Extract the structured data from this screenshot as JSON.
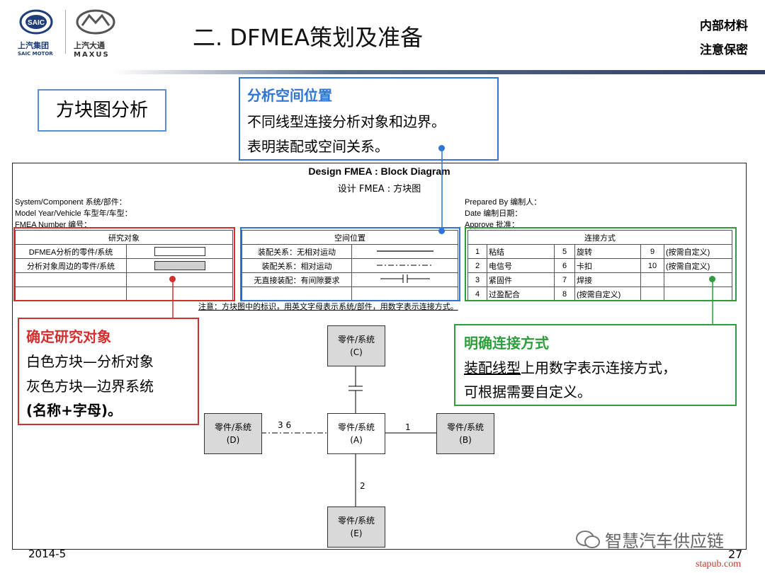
{
  "header": {
    "logo_saic_cn": "上汽集团",
    "logo_saic_en": "SAIC MOTOR",
    "logo_maxus_cn": "上汽大通",
    "logo_maxus_en": "MAXUS",
    "title": "二. DFMEA策划及准备",
    "confidential_line1": "内部材料",
    "confidential_line2": "注意保密"
  },
  "section_label": "方块图分析",
  "callout_space": {
    "title": "分析空间位置",
    "line1": "不同线型连接分析对象和边界。",
    "line2": "表明装配或空间关系。"
  },
  "callout_object": {
    "title": "确定研究对象",
    "line1": "白色方块—分析对象",
    "line2": "灰色方块—边界系统",
    "line3": "(名称+字母)。"
  },
  "callout_connect": {
    "title": "明确连接方式",
    "line1_underlined": "装配线型",
    "line1_rest": "上用数字表示连接方式，",
    "line2": "可根据需要自定义。"
  },
  "form": {
    "title": "Design FMEA : Block Diagram",
    "subtitle": "设计 FMEA : 方块图",
    "system_label": "System/Component 系统/部件：",
    "model_label": "Model Year/Vehicle 车型年/车型：",
    "fmea_no_label": "FMEA Number 编号：",
    "prepared_label": "Prepared By 编制人：",
    "date_label": "Date 编制日期：",
    "approve_label": "Approve 批准：",
    "object_header": "研究对象",
    "object_row1": "DFMEA分析的零件/系统",
    "object_row2": "分析对象周边的零件/系统",
    "space_header": "空间位置",
    "space_row1": "装配关系：无相对运动",
    "space_row2": "装配关系：相对运动",
    "space_row3": "无直接装配：有间隙要求",
    "connect_header": "连接方式",
    "connect": [
      [
        "1",
        "粘结",
        "5",
        "旋转",
        "9",
        "(按需自定义)"
      ],
      [
        "2",
        "电信号",
        "6",
        "卡扣",
        "10",
        "(按需自定义)"
      ],
      [
        "3",
        "紧固件",
        "7",
        "焊接",
        "",
        ""
      ],
      [
        "4",
        "过盈配合",
        "8",
        "(按需自定义)",
        "",
        ""
      ]
    ],
    "note": "注意：方块图中的标识，用英文字母表示系统/部件，用数字表示连接方式。"
  },
  "diagram": {
    "block_label": "零件/系统",
    "blocks": [
      {
        "id": "C",
        "text": "(C)"
      },
      {
        "id": "A",
        "text": "(A)"
      },
      {
        "id": "B",
        "text": "(B)"
      },
      {
        "id": "D",
        "text": "(D)"
      },
      {
        "id": "E",
        "text": "(E)"
      }
    ],
    "conn_AD": "3 6",
    "conn_AB": "1",
    "conn_AE": "2"
  },
  "footer": {
    "date": "2014-5",
    "page": "27",
    "watermark": "智慧汽车供应链",
    "site": "stapub.com"
  },
  "colors": {
    "red": "#d32f2f",
    "blue": "#2e75d6",
    "green": "#2e9e3c",
    "navy": "#2f3e63"
  }
}
